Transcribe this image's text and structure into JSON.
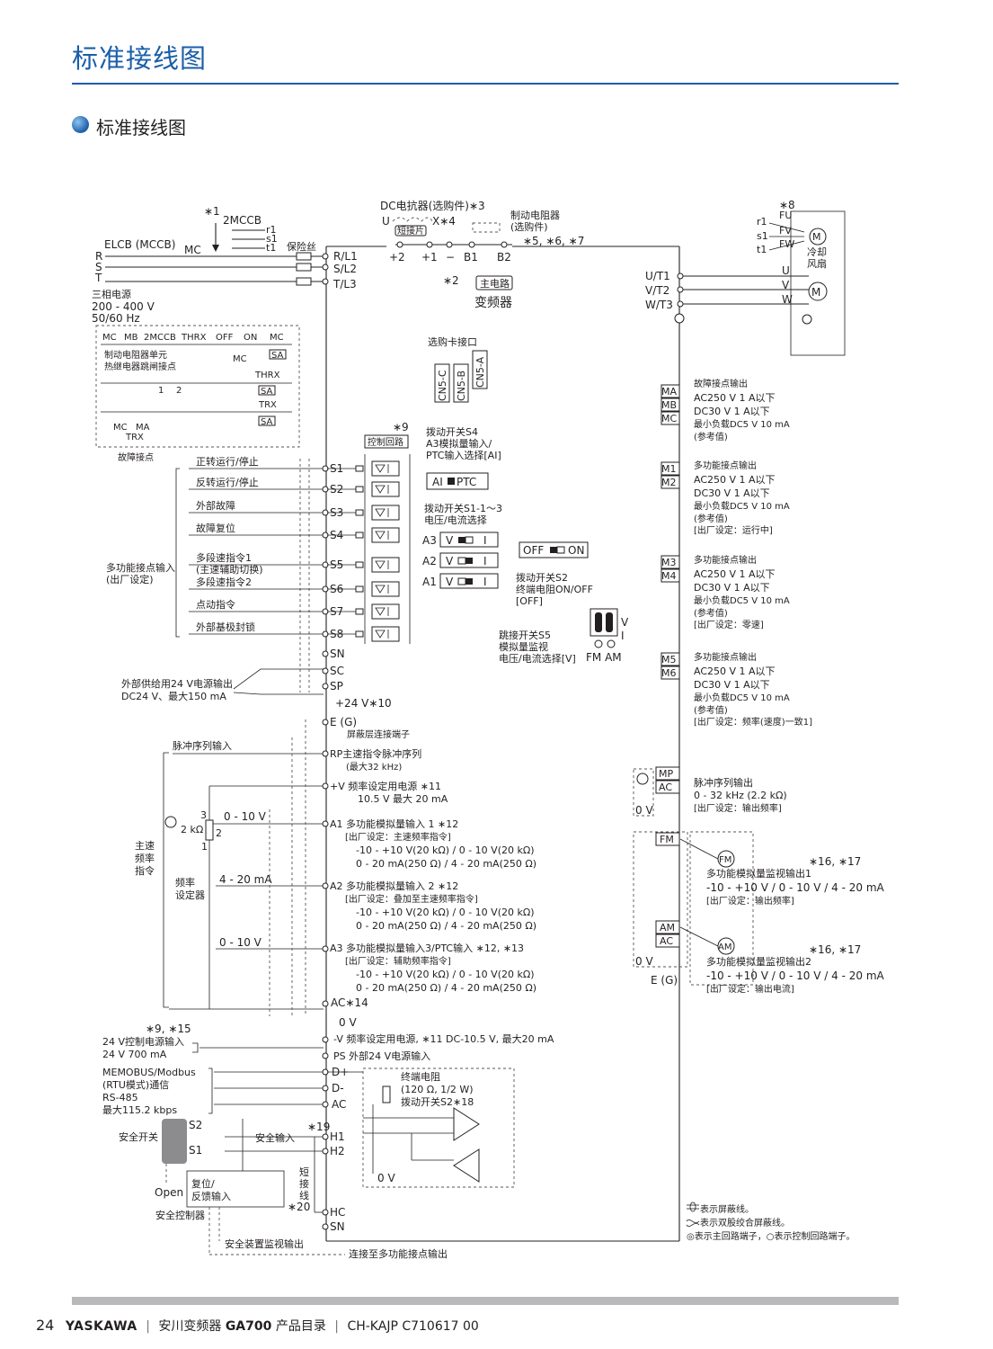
{
  "header": {
    "title": "标准接线图"
  },
  "section": {
    "title": "标准接线图"
  },
  "footer": {
    "page": "24",
    "brand": "YASKAWA",
    "product": "安川变频器",
    "model": "GA700",
    "catalog": "产品目录",
    "code": "CH-KAJP C710617 00"
  },
  "diagram": {
    "inverter": {
      "label": "变频器",
      "main_circuit": "主电路"
    },
    "power": {
      "elcb": "ELCB (MCCB)",
      "mc": "MC",
      "star1": "∗1",
      "mccb2": "2MCCB",
      "r1": "r1",
      "s1": "s1",
      "t1": "t1",
      "fuse": "保险丝",
      "r": "R",
      "s": "S",
      "t": "T",
      "source_title": "三相电源",
      "source_voltage": "200 - 400 V",
      "source_freq": "50/60 Hz",
      "rl1": "R/L1",
      "sl2": "S/L2",
      "tl3": "T/L3"
    },
    "dc": {
      "reactor": "DC电抗器(选购件)∗3",
      "u": "U",
      "x4": "X∗4",
      "jumper": "短接片",
      "brake_resistor": "制动电阻器",
      "brake_option": "(选购件)",
      "brake_notes": "∗5, ∗6, ∗7",
      "plus2": "+2",
      "plus1": "+1",
      "minus": "−",
      "b1": "B1",
      "b2": "B2",
      "star2": "∗2"
    },
    "brake_seq": {
      "labels": [
        "MC",
        "MB",
        "2MCCB",
        "THRX",
        "OFF",
        "ON",
        "MC"
      ],
      "mc_coil": "MC",
      "sa": "SA",
      "unit_title": "制动电阻器单元",
      "unit_sub": "热继电器跳闸接点",
      "thrx": "THRX",
      "one": "1",
      "two": "2",
      "trx": "TRX",
      "mc2": "MC",
      "ma": "MA",
      "trx2": "TRX",
      "fault_contact": "故障接点"
    },
    "fan": {
      "star8": "∗8",
      "fu": "FU",
      "fv": "FV",
      "fw": "FW",
      "r1": "r1",
      "s1": "s1",
      "t1": "t1",
      "cooling": "冷却",
      "fan": "风扇",
      "u": "U",
      "v": "V",
      "w": "W",
      "m": "M"
    },
    "outputs": {
      "ut1": "U/T1",
      "vt2": "V/T2",
      "wt3": "W/T3"
    },
    "option": {
      "title": "选购卡接口",
      "cn5": [
        "CN5-C",
        "CN5-B",
        "CN5-A"
      ]
    },
    "control": {
      "star9": "∗9",
      "circuit": "控制回路",
      "s4_title": "拨动开关S4",
      "s4_sub1": "A3模拟量输入/",
      "s4_sub2": "PTC输入选择[AI]",
      "ai": "AI",
      "ptc": "PTC",
      "s1_title": "拨动开关S1-1～3",
      "s1_sub": "电压/电流选择",
      "a3": "A3",
      "a2": "A2",
      "a1": "A1",
      "v": "V",
      "i": "I",
      "off": "OFF",
      "on": "ON",
      "s2_title": "拨动开关S2",
      "s2_sub1": "终端电阻ON/OFF",
      "s2_sub2": "[OFF]",
      "s5_title": "跳接开关S5",
      "s5_sub1": "模拟量监视",
      "s5_sub2": "电压/电流选择[V]",
      "fm_am": "FM AM",
      "jv": "V",
      "ji": "I"
    },
    "inputs": {
      "group": "多功能接点输入",
      "group_sub": "(出厂设定)",
      "items": [
        {
          "desc": "正转运行/停止",
          "terminal": "S1"
        },
        {
          "desc": "反转运行/停止",
          "terminal": "S2"
        },
        {
          "desc": "外部故障",
          "terminal": "S3"
        },
        {
          "desc": "故障复位",
          "terminal": "S4"
        },
        {
          "desc": "多段速指令1",
          "desc2": "(主速辅助切换)",
          "terminal": "S5"
        },
        {
          "desc": "多段速指令2",
          "terminal": "S6"
        },
        {
          "desc": "点动指令",
          "terminal": "S7"
        },
        {
          "desc": "外部基极封锁",
          "terminal": "S8"
        }
      ],
      "sn": "SN",
      "sc": "SC",
      "sp": "SP",
      "p24": "+24 V∗10",
      "ext24_1": "外部供给用24 V电源输出",
      "ext24_2": "DC24 V、最大150 mA"
    },
    "analog": {
      "eg": "E (G)",
      "shield": "屏蔽层连接端子",
      "pulse_input": "脉冲序列输入",
      "rp": "RP主速指令脉冲序列",
      "rp_sub": "(最大32 kHz)",
      "pv": "+V 频率设定用电源 ∗11",
      "pv_sub": "10.5 V 最大 20 mA",
      "main_speed": [
        "主速",
        "频率",
        "指令"
      ],
      "freq_setter": [
        "频率",
        "设定器"
      ],
      "pot_3": "3",
      "pot_2": "2",
      "pot_1": "1",
      "pot_2k": "2 kΩ",
      "v010": "0 - 10 V",
      "ma420": "4 - 20 mA",
      "v010b": "0 - 10 V",
      "a1_title": "A1 多功能模拟量输入 1 ∗12",
      "a1_l1": "[出厂设定：主速频率指令]",
      "a1_l2": "-10 - +10 V(20 kΩ) / 0 - 10 V(20 kΩ)",
      "a1_l3": "0 - 20 mA(250 Ω) / 4 - 20 mA(250 Ω)",
      "a2_title": "A2 多功能模拟量输入 2 ∗12",
      "a2_l1": "[出厂设定：叠加至主速频率指令]",
      "a2_l2": "-10 - +10 V(20 kΩ) / 0 - 10 V(20 kΩ)",
      "a2_l3": "0 - 20 mA(250 Ω) / 4 - 20 mA(250 Ω)",
      "a3_title": "A3 多功能模拟量输入3/PTC输入 ∗12, ∗13",
      "a3_l1": "[出厂设定：辅助频率指令]",
      "a3_l2": "-10 - +10 V(20 kΩ) / 0 - 10 V(20 kΩ)",
      "a3_l3": "0 - 20 mA(250 Ω) / 4 - 20 mA(250 Ω)",
      "ac": "AC∗14",
      "zero_v": "0 V",
      "mv": "-V 频率设定用电源, ∗11 DC-10.5 V, 最大20 mA",
      "ps": "PS 外部24 V电源输入",
      "ctrl24_star": "∗9, ∗15",
      "ctrl24_1": "24 V控制电源输入",
      "ctrl24_2": "24 V 700 mA"
    },
    "comm": {
      "l1": "MEMOBUS/Modbus",
      "l2": "(RTU模式)通信",
      "l3": "RS-485",
      "l4": "最大115.2 kbps",
      "dp": "D+",
      "dm": "D-",
      "ac": "AC",
      "term1": "终端电阻",
      "term2": "(120 Ω, 1/2 W)",
      "term3": "拨动开关S2∗18",
      "zero_v": "0 V"
    },
    "safety": {
      "switch": "安全开关",
      "s2": "S2",
      "s1": "S1",
      "open": "Open",
      "input": "安全输入",
      "star19": "∗19",
      "h1": "H1",
      "h2": "H2",
      "hc": "HC",
      "sn": "SN",
      "short": [
        "短",
        "接",
        "线"
      ],
      "star20": "∗20",
      "reset1": "复位/",
      "reset2": "反馈输入",
      "controller": "安全控制器",
      "monitor": "安全装置监视输出",
      "to_multi": "连接至多功能接点输出"
    },
    "relay_outputs": [
      {
        "terminals": [
          "MA",
          "MB",
          "MC"
        ],
        "lines": [
          "故障接点输出",
          "AC250 V  1 A以下",
          "DC30 V  1 A以下",
          "最小负载DC5 V 10 mA",
          "(参考值)"
        ]
      },
      {
        "terminals": [
          "M1",
          "M2"
        ],
        "lines": [
          "多功能接点输出",
          "AC250 V  1 A以下",
          "DC30 V  1 A以下",
          "最小负载DC5 V 10 mA",
          "(参考值)",
          "[出厂设定：运行中]"
        ]
      },
      {
        "terminals": [
          "M3",
          "M4"
        ],
        "lines": [
          "多功能接点输出",
          "AC250 V  1 A以下",
          "DC30 V  1 A以下",
          "最小负载DC5 V 10 mA",
          "(参考值)",
          "[出厂设定：零速]"
        ]
      },
      {
        "terminals": [
          "M5",
          "M6"
        ],
        "lines": [
          "多功能接点输出",
          "AC250 V  1 A以下",
          "DC30 V  1 A以下",
          "最小负载DC5 V 10 mA",
          "(参考值)",
          "[出厂设定：频率(速度)一致1]"
        ]
      }
    ],
    "pulse_out": {
      "mp": "MP",
      "ac": "AC",
      "zero_v": "0 V",
      "l1": "脉冲序列输出",
      "l2": "0 - 32 kHz (2.2 kΩ)",
      "l3": "[出厂设定：输出频率]"
    },
    "analog_out": {
      "fm": "FM",
      "am": "AM",
      "ac": "AC",
      "zero_v": "0 V",
      "eg": "E (G)",
      "fm_meter": "FM",
      "am_meter": "AM",
      "star1": "∗16, ∗17",
      "o1_l1": "多功能模拟量监视输出1",
      "o1_l2": "-10 - +10 V / 0 - 10 V / 4 - 20 mA",
      "o1_l3": "[出厂设定：输出频率]",
      "star2": "∗16, ∗17",
      "o2_l1": "多功能模拟量监视输出2",
      "o2_l2": "-10 - +10 V / 0 - 10 V / 4 - 20 mA",
      "o2_l3": "[出厂设定：输出电流]"
    },
    "legend": {
      "shield": "表示屏蔽线。",
      "twisted": "表示双股绞合屏蔽线。",
      "terminals": "◎表示主回路端子，○表示控制回路端子。"
    }
  }
}
